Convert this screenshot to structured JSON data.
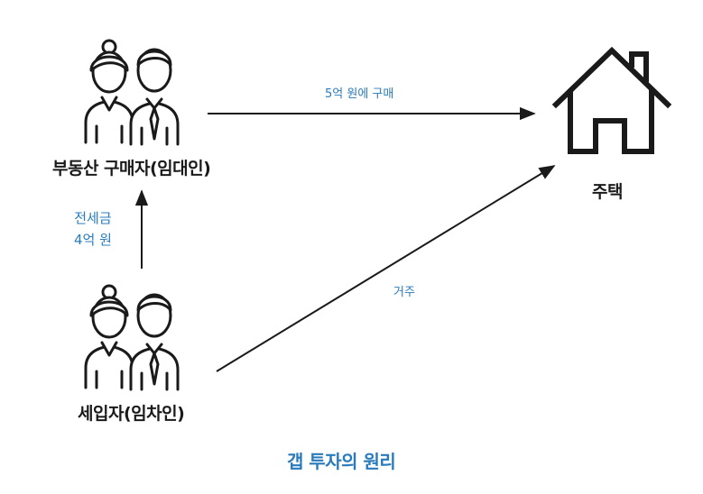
{
  "nodes": {
    "buyer": {
      "label": "부동산 구매자(임대인)"
    },
    "tenant": {
      "label": "세입자(임차인)"
    },
    "house": {
      "label": "주택"
    }
  },
  "edges": {
    "buy": {
      "label": "5억 원에 구매"
    },
    "deposit": {
      "line1": "전세금",
      "line2": "4억 원"
    },
    "reside": {
      "label": "거주"
    }
  },
  "caption": "갭 투자의 원리",
  "colors": {
    "accent": "#2a7bbd",
    "ink": "#1a1a1a"
  }
}
